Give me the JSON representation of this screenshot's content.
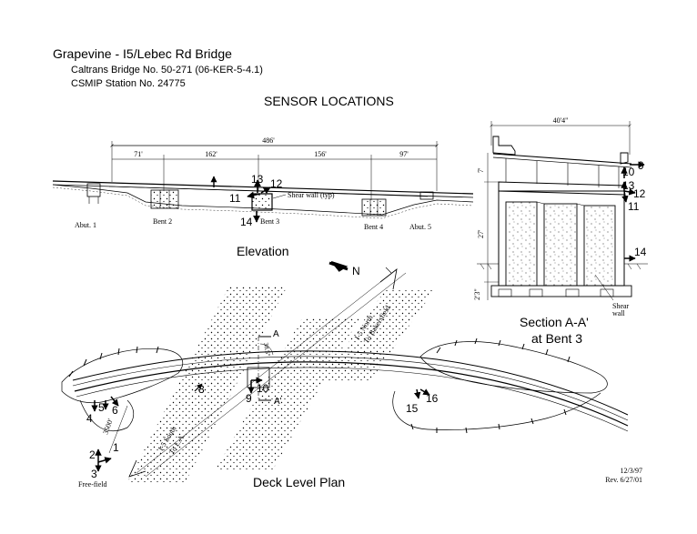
{
  "header": {
    "title": "Grapevine - I5/Lebec Rd Bridge",
    "subtitle1": "Caltrans Bridge No. 50-271 (06-KER-5-4.1)",
    "subtitle2": "CSMIP Station No. 24775",
    "heading": "SENSOR LOCATIONS"
  },
  "elevation": {
    "label": "Elevation",
    "dims": {
      "total": "486'",
      "s1": "71'",
      "s2": "162'",
      "s3": "156'",
      "s4": "97'"
    },
    "supports": {
      "abut1": "Abut. 1",
      "bent2": "Bent 2",
      "bent3": "Bent 3",
      "bent4": "Bent 4",
      "abut5": "Abut. 5"
    },
    "shear_wall": "Shear wall (typ)",
    "sensors": {
      "s11": "11",
      "s12": "12",
      "s13": "13",
      "s14": "14"
    }
  },
  "section": {
    "label_line1": "Section A-A'",
    "label_line2": "at Bent 3",
    "width_dim": "40'4\"",
    "height1": "7'",
    "height2": "27'",
    "height3": "2'3\"",
    "shear_wall_line1": "Shear",
    "shear_wall_line2": "wall",
    "sensors": {
      "s9": "9",
      "s10": "10",
      "s11": "11",
      "s12": "12",
      "s13": "13",
      "s14": "14"
    }
  },
  "plan": {
    "label": "Deck Level Plan",
    "north": "N",
    "i5_north_line1": "I-5 North",
    "i5_north_line2": "To Bakersfield",
    "i5_south_line1": "I-5 South",
    "i5_south_line2": "To L.A.",
    "cut_a": "A",
    "cut_a_prime": "A'",
    "angle": "38.5°",
    "radius": "3500'",
    "free_field": "Free-field",
    "sensors": {
      "s1": "1",
      "s2": "2",
      "s3": "3",
      "s4": "4",
      "s5": "5",
      "s6": "6",
      "s8": "8",
      "s9": "9",
      "s10": "10",
      "s15": "15",
      "s16": "16"
    }
  },
  "footer": {
    "date": "12/3/97",
    "revision": "Rev. 6/27/01"
  },
  "colors": {
    "ink": "#000000",
    "paper": "#ffffff"
  }
}
